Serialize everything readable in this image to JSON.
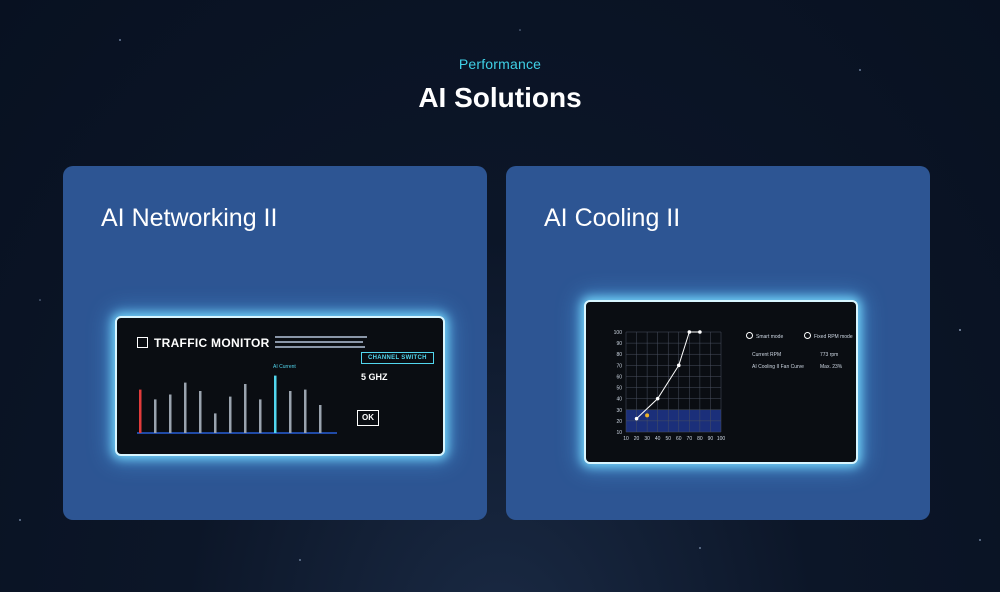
{
  "header": {
    "eyebrow": "Performance",
    "title": "AI Solutions"
  },
  "cards": [
    {
      "title": "AI Networking II",
      "screen": {
        "heading": "TRAFFIC MONITOR",
        "channel_button": "CHANNEL SWITCH",
        "band": "5 GHZ",
        "ok_label": "OK",
        "current_label": "AI Current"
      }
    },
    {
      "title": "AI Cooling II",
      "screen": {
        "smart_mode": "Smart mode",
        "fixed_mode": "Fixed RPM mode",
        "current_rpm_label": "Current RPM",
        "current_rpm_value": "773 rpm",
        "curve_label": "AI Cooling II Fan Curve",
        "curve_value": "Max. 23%"
      }
    }
  ],
  "colors": {
    "accent": "#3fd0e6",
    "card_bg": "#2d5593",
    "glow": "#8fe4ff"
  },
  "chart_data": [
    {
      "type": "bar",
      "values": [
        62,
        48,
        55,
        72,
        60,
        28,
        52,
        70,
        48,
        82,
        60,
        62,
        40
      ],
      "highlight_red_index": 0,
      "highlight_cyan_index": 9
    },
    {
      "type": "line",
      "x": [
        20,
        40,
        60,
        70,
        80
      ],
      "y": [
        22,
        40,
        70,
        100,
        100
      ],
      "xticks": [
        "10",
        "20",
        "30",
        "40",
        "50",
        "60",
        "70",
        "80",
        "90",
        "100"
      ],
      "yticks": [
        "100",
        "90",
        "80",
        "70",
        "60",
        "50",
        "40",
        "30",
        "20",
        "10"
      ],
      "xlim": [
        10,
        100
      ],
      "ylim": [
        10,
        100
      ]
    }
  ]
}
